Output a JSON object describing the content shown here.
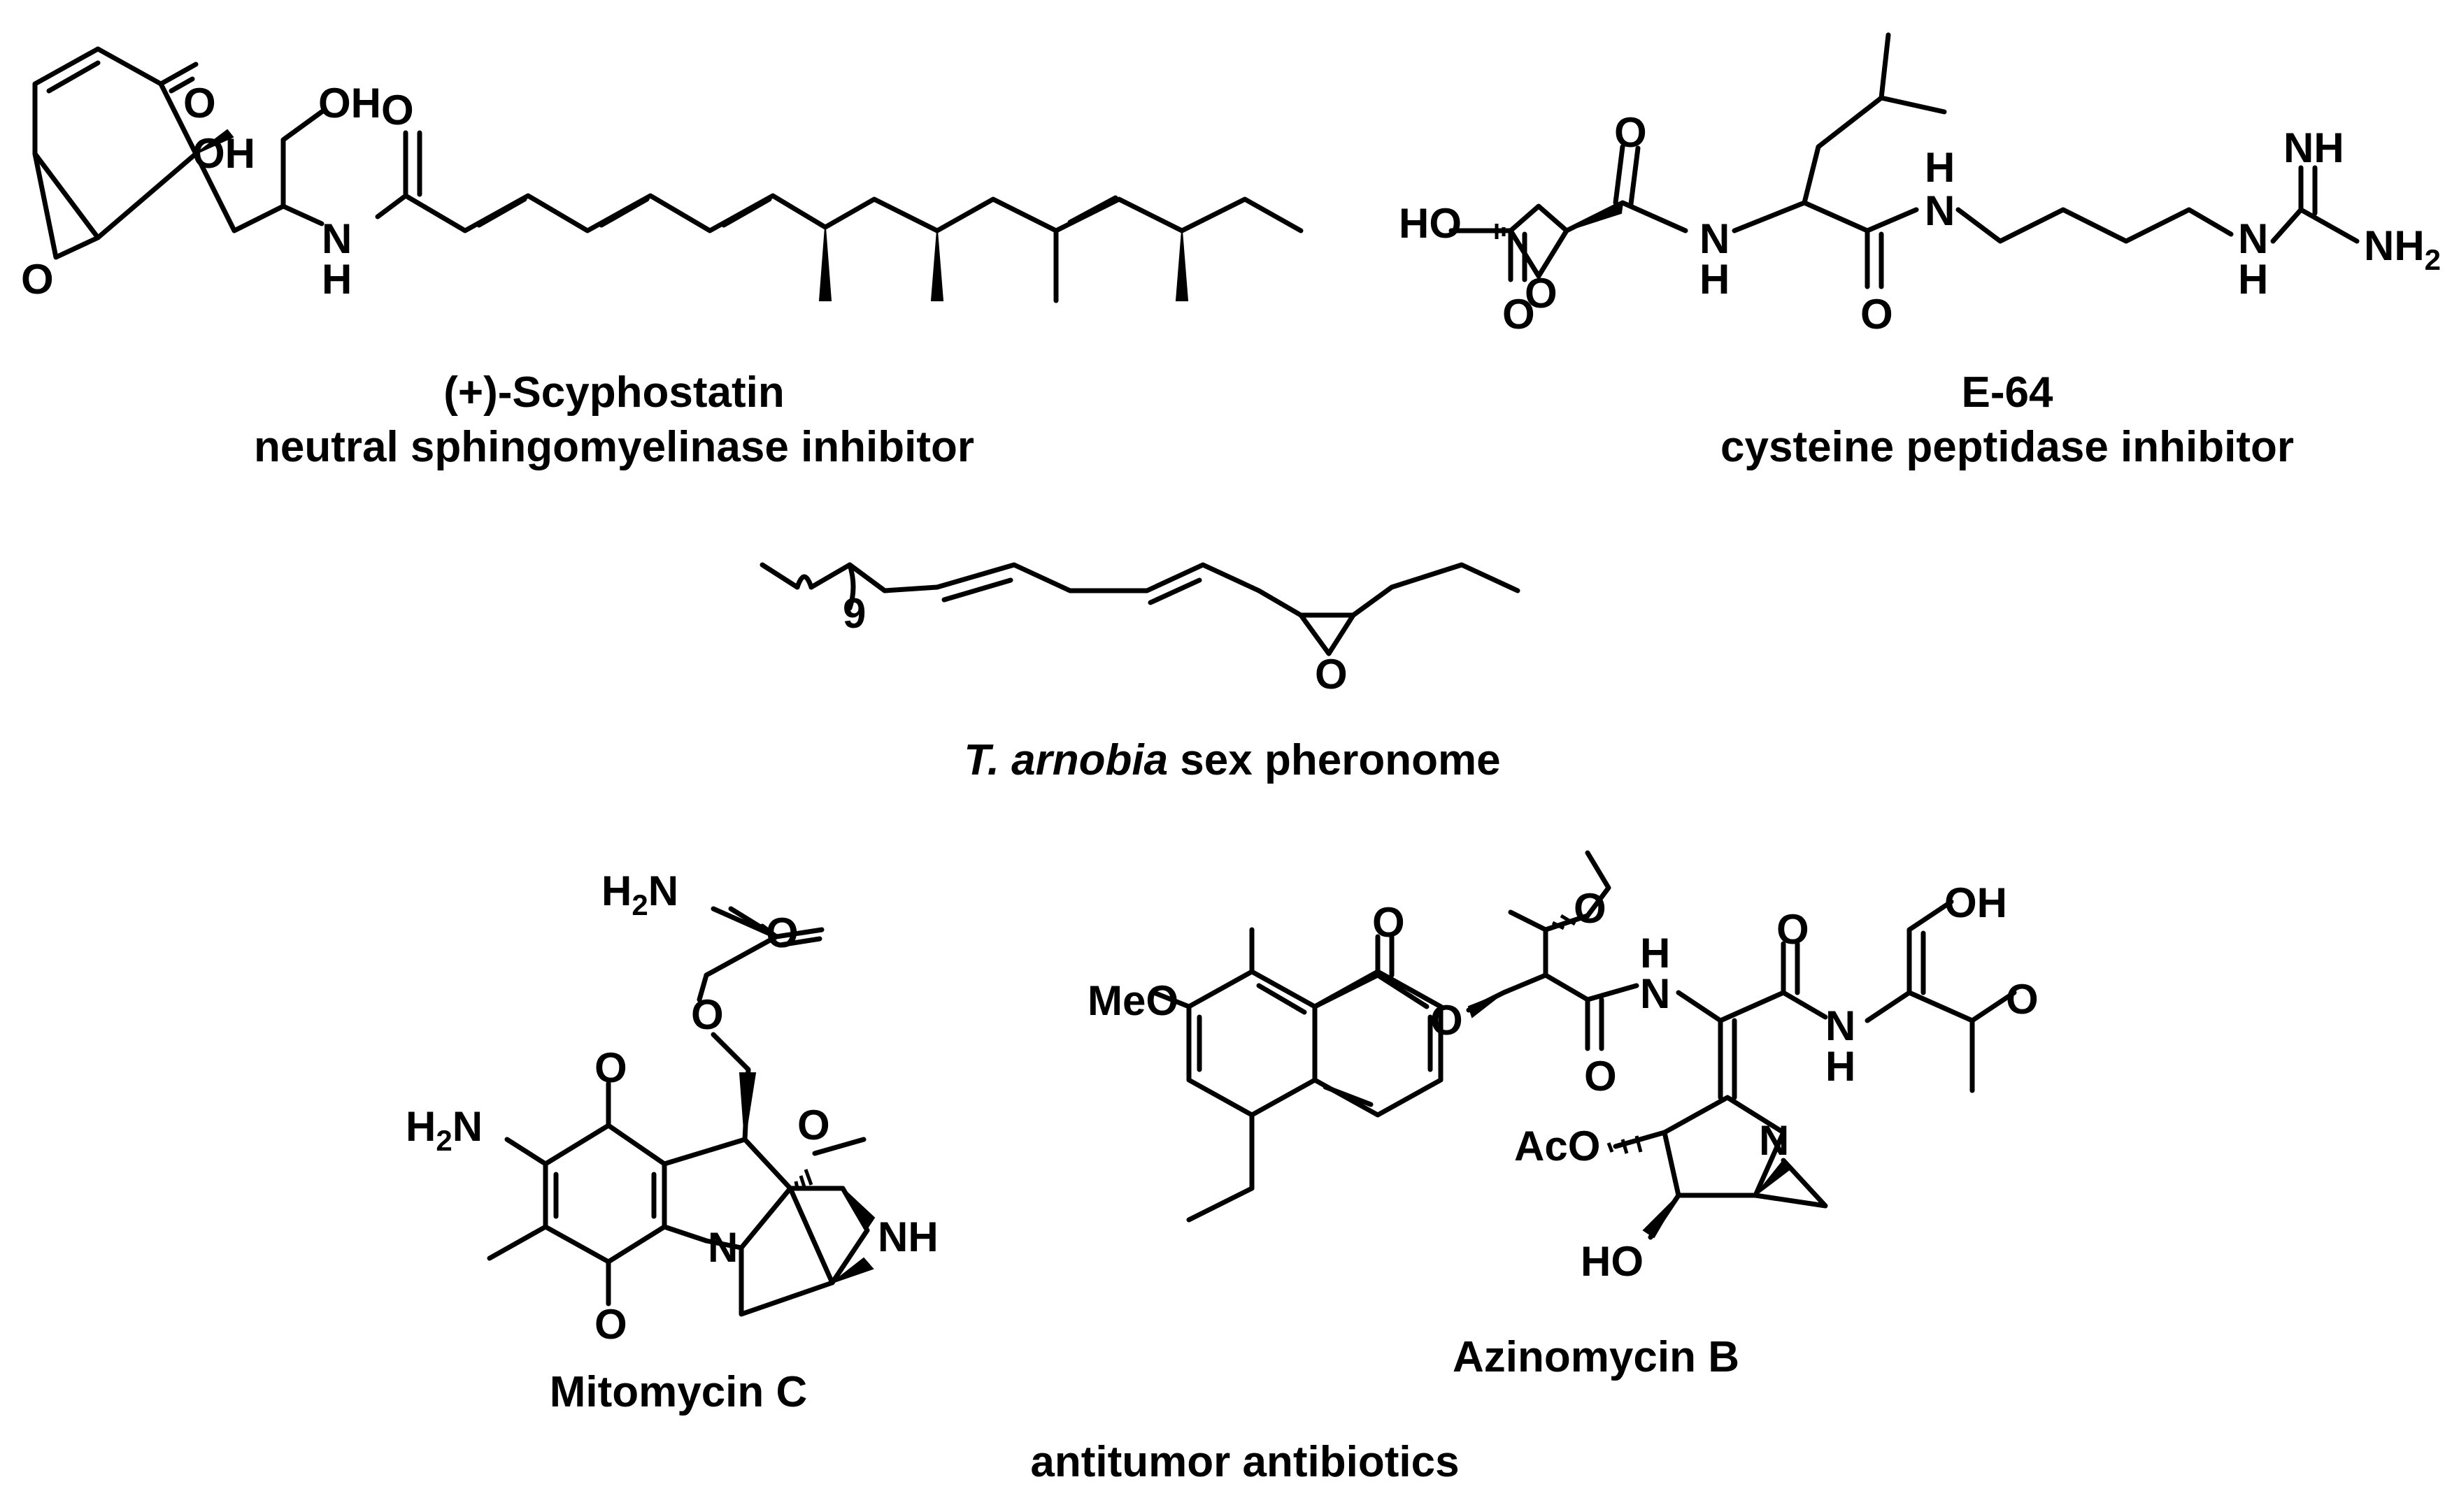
{
  "colors": {
    "background": "#ffffff",
    "ink": "#000000"
  },
  "compounds": {
    "scyphostatin": {
      "name": "(+)-Scyphostatin",
      "activity": "neutral sphingomyelinase inhibitor",
      "atoms": {
        "o_ketone": "O",
        "oh": "OH",
        "ch2oh": "OH",
        "o_amide": "O",
        "n": "N",
        "h": "H",
        "o_epoxide": "O"
      }
    },
    "e64": {
      "name": "E-64",
      "activity": "cysteine peptidase inhibitor",
      "atoms": {
        "ho": "HO",
        "o_acid": "O",
        "o_epoxide": "O",
        "o_amide1": "O",
        "n1": "N",
        "h1": "H",
        "o_amide2": "O",
        "n2": "N",
        "h2": "H",
        "n3": "N",
        "h3": "H",
        "nh": "NH",
        "nh2": "NH",
        "nh2_sub": "2"
      }
    },
    "pheromone": {
      "name_italic": "T. arnobia",
      "name_rest": " sex pheronome",
      "atoms": {
        "repeat": "9",
        "o_epoxide": "O"
      }
    },
    "mitomycin": {
      "name": "Mitomycin C",
      "atoms": {
        "h2n_top": "H",
        "h2n_top_sub": "2",
        "h2n_top_n": "N",
        "o_carbamate": "O",
        "o_ester": "O",
        "h2n_ring": "H",
        "h2n_ring_sub": "2",
        "h2n_ring_n": "N",
        "o_q1": "O",
        "o_q2": "O",
        "o_methoxy": "O",
        "n_ring": "N",
        "nh": "NH"
      }
    },
    "azinomycin": {
      "name": "Azinomycin B",
      "atoms": {
        "meo": "MeO",
        "o_carbonyl": "O",
        "o_ester": "O",
        "o_epoxide": "O",
        "o_amide1": "O",
        "n1": "N",
        "h1": "H",
        "o_amide2": "O",
        "n2": "N",
        "h2": "H",
        "oh": "OH",
        "o_ketone": "O",
        "aco": "AcO",
        "n_aziridine": "N",
        "ho": "HO"
      }
    }
  },
  "footer": {
    "caption": "antitumor antibiotics"
  }
}
